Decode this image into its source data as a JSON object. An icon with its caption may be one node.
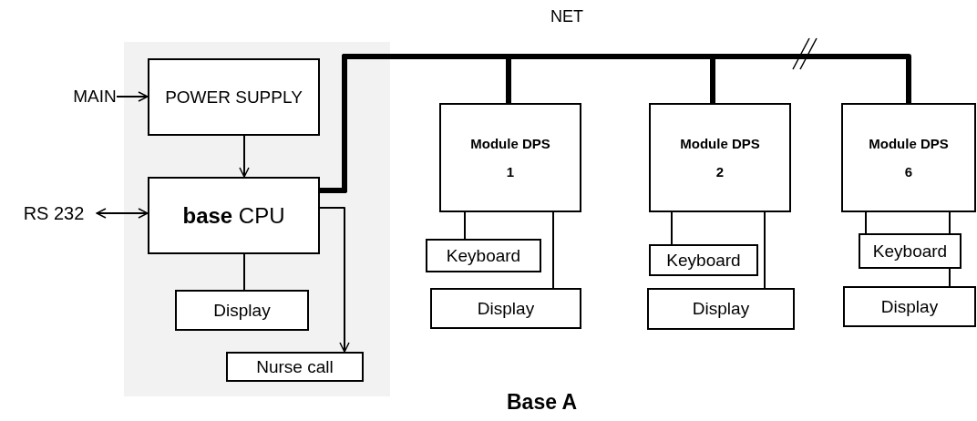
{
  "diagram": {
    "caption": "Base A",
    "nodes": [
      {
        "text": [],
        "shape": "box"
      },
      {
        "text": [
          "MAIN"
        ]
      },
      {
        "text": [
          "POWER SUPPLY"
        ],
        "in": 0
      },
      {
        "text": [
          "RS 232"
        ]
      },
      {
        "text": [
          "**base** CPU"
        ],
        "in": 0
      },
      {
        "text": [
          "Display"
        ],
        "in": 0
      },
      {
        "text": [
          "Nurse call"
        ],
        "in": 0
      },
      {
        "text": [
          "Module DPS",
          "1"
        ]
      },
      {
        "text": [
          "Keyboard"
        ]
      },
      {
        "text": [
          "Display"
        ]
      },
      {
        "text": [
          "Module DPS",
          "2"
        ]
      },
      {
        "text": [
          "Keyboard"
        ]
      },
      {
        "text": [
          "Display"
        ]
      },
      {
        "text": [
          "Module DPS",
          "6"
        ]
      },
      {
        "text": [
          "Keyboard"
        ]
      },
      {
        "text": [
          "Display"
        ]
      }
    ],
    "edges": [
      {
        "from": 1,
        "to": 2,
        "arrow": "to"
      },
      {
        "from": 2,
        "to": 4,
        "arrow": "to"
      },
      {
        "from": 3,
        "to": 4,
        "arrow": "both"
      },
      {
        "from": 4,
        "to": 5,
        "arrow": "none"
      },
      {
        "from": 4,
        "to": 6,
        "arrow": "to"
      },
      {
        "from": 4,
        "to": 7,
        "arrow": "none",
        "style": "thick"
      },
      {
        "from": 4,
        "to": 10,
        "arrow": "none",
        "style": "thick"
      },
      {
        "from": 4,
        "to": 13,
        "arrow": "none",
        "style": "thick"
      },
      {
        "from": 7,
        "to": 8,
        "arrow": "none"
      },
      {
        "from": 7,
        "to": 9,
        "arrow": "none"
      },
      {
        "from": 10,
        "to": 11,
        "arrow": "none"
      },
      {
        "from": 10,
        "to": 12,
        "arrow": "none"
      },
      {
        "from": 13,
        "to": 14,
        "arrow": "none"
      },
      {
        "from": 13,
        "to": 14,
        "arrow": "none"
      },
      {
        "from": 14,
        "to": 15,
        "arrow": "none"
      }
    ],
    "labels": [
      "NET"
    ]
  }
}
